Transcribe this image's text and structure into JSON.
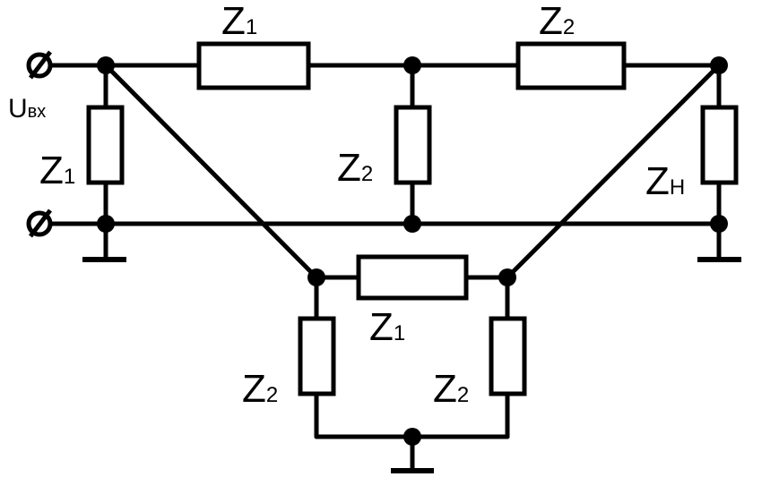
{
  "labels": {
    "input_voltage": {
      "main": "U",
      "sub": "вх"
    },
    "top_left_resistor": {
      "main": "Z",
      "sub": "1"
    },
    "top_right_resistor": {
      "main": "Z",
      "sub": "2"
    },
    "left_shunt_resistor": {
      "main": "Z",
      "sub": "1"
    },
    "middle_shunt_resistor": {
      "main": "Z",
      "sub": "2"
    },
    "load_resistor": {
      "main": "Z",
      "sub": "Н"
    },
    "bottom_series_resistor": {
      "main": "Z",
      "sub": "1"
    },
    "bottom_left_resistor": {
      "main": "Z",
      "sub": "2"
    },
    "bottom_right_resistor": {
      "main": "Z",
      "sub": "2"
    }
  }
}
